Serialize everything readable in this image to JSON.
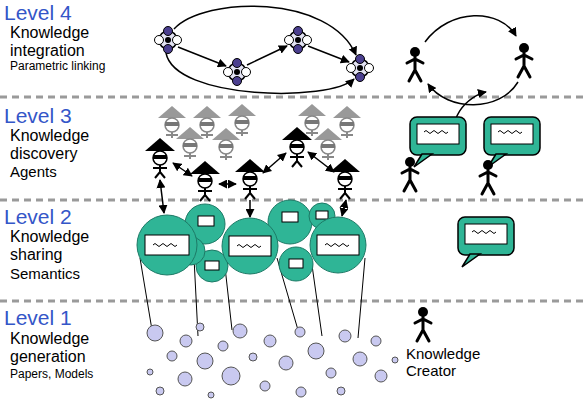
{
  "diagram": {
    "labels": [
      "Level 4",
      "Knowledge integration",
      "Parametric linking",
      "Level 3",
      "Knowledge discovery",
      "Agents",
      "Level 2",
      "Knowledge sharing",
      "Semantics",
      "Level 1",
      "Knowledge generation",
      "Papers, Models",
      "Knowledge Creator"
    ]
  }
}
